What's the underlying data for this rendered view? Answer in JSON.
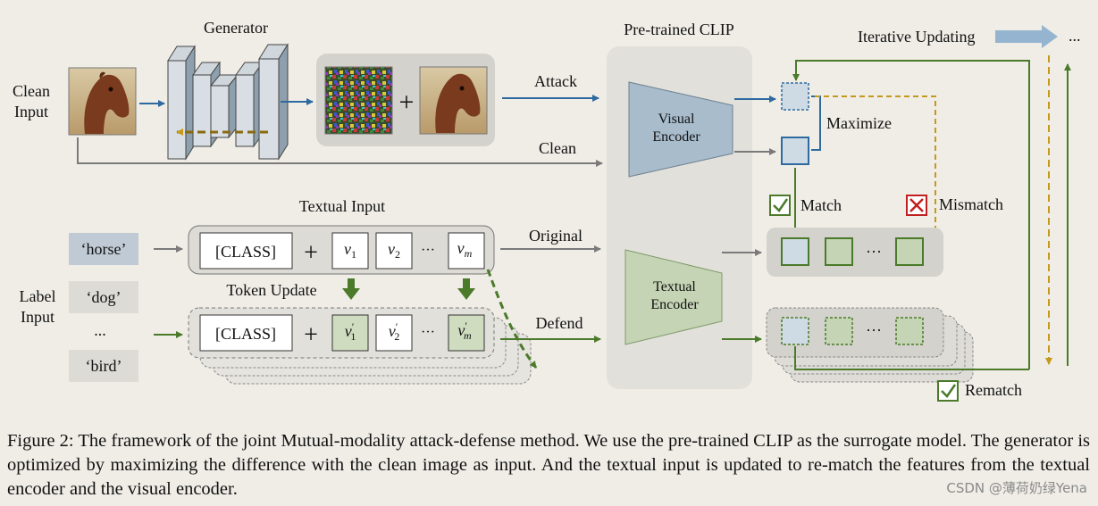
{
  "labels": {
    "generator": "Generator",
    "clean_input_line1": "Clean",
    "clean_input_line2": "Input",
    "attack": "Attack",
    "clean": "Clean",
    "pretrained_clip": "Pre-trained CLIP",
    "visual_encoder_line1": "Visual",
    "visual_encoder_line2": "Encoder",
    "textual_encoder_line1": "Textual",
    "textual_encoder_line2": "Encoder",
    "iterative_updating": "Iterative Updating",
    "ellipsis": "...",
    "maximize": "Maximize",
    "match": "Match",
    "mismatch": "Mismatch",
    "rematch": "Rematch",
    "textual_input": "Textual Input",
    "token_update": "Token Update",
    "original": "Original",
    "defend": "Defend",
    "label_input_line1": "Label",
    "label_input_line2": "Input",
    "class_token": "[CLASS]",
    "plus": "+",
    "dots": "···",
    "v": "v",
    "sub1": "1",
    "sub2": "2",
    "subm": "m",
    "prime": "′"
  },
  "label_inputs": [
    "‘horse’",
    "‘dog’",
    "...",
    "‘bird’"
  ],
  "caption": "Figure 2: The framework of the joint Mutual-modality attack-defense method. We use the pre-trained CLIP as the surrogate model. The generator is optimized by maximizing the difference with the clean image as input. And the textual input is updated to re-match the features from the textual encoder and the visual encoder.",
  "watermark": "CSDN @薄荷奶绿Yena",
  "colors": {
    "blue": "#2e6aa0",
    "green": "#4a7a2a",
    "gold": "#c49a1c",
    "red": "#c02020",
    "gray": "#7a7a7a",
    "panel": "#e2e0da",
    "visual_encoder": "#a8bccc",
    "textual_encoder": "#c4d4b4"
  }
}
